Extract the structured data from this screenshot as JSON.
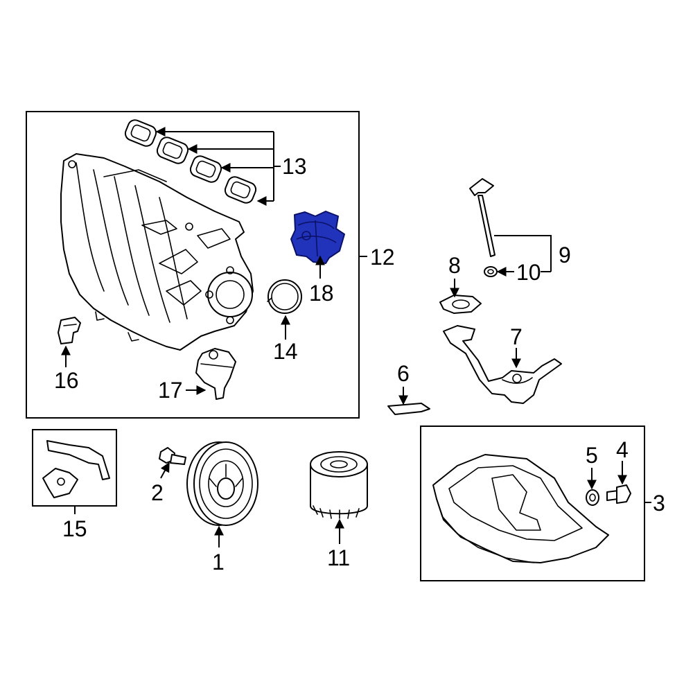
{
  "diagram": {
    "highlight_color": "#2233bb",
    "callouts": {
      "c1": "1",
      "c2": "2",
      "c3": "3",
      "c4": "4",
      "c5": "5",
      "c6": "6",
      "c7": "7",
      "c8": "8",
      "c9": "9",
      "c10": "10",
      "c11": "11",
      "c12": "12",
      "c13": "13",
      "c14": "14",
      "c15": "15",
      "c16": "16",
      "c17": "17",
      "c18": "18"
    }
  }
}
